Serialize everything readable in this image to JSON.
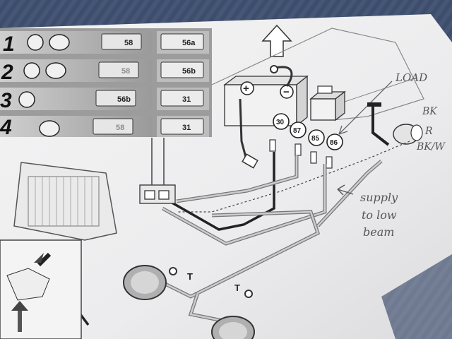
{
  "rows": [
    {
      "num": "1",
      "mid_code": "58",
      "right_code": "56a"
    },
    {
      "num": "2",
      "mid_code": "58",
      "right_code": "56b"
    },
    {
      "num": "3",
      "mid_code": "56b",
      "right_code": "31"
    },
    {
      "num": "4",
      "mid_code": "58",
      "right_code": "31"
    }
  ],
  "relay_pins": [
    "30",
    "87",
    "85",
    "86"
  ],
  "battery": {
    "plus": "+",
    "minus": "−"
  },
  "ground_symbol": "T",
  "handwriting": {
    "load": "LOAD",
    "bk": "BK",
    "r": "R",
    "bk2": "BK/W",
    "supply": [
      "supply",
      "to low",
      "beam"
    ]
  }
}
